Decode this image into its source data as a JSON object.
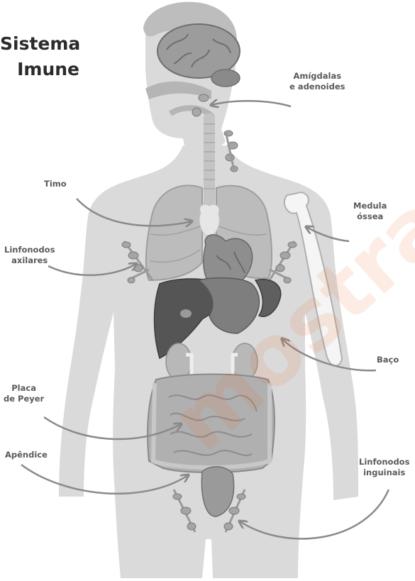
{
  "title": {
    "line1": "Sistema",
    "line2": "Imune"
  },
  "labels": {
    "amigdalas": {
      "line1": "Amígdalas",
      "line2": "e adenoides"
    },
    "timo": "Timo",
    "medula": {
      "line1": "Medula",
      "line2": "óssea"
    },
    "axilares": {
      "line1": "Linfonodos",
      "line2": "axilares"
    },
    "baco": "Baço",
    "placa": {
      "line1": "Placa",
      "line2": "de Peyer"
    },
    "apendice": "Apêndice",
    "inguinais": {
      "line1": "Linfonodos",
      "line2": "inguinais"
    }
  },
  "watermark": "mostra",
  "colors": {
    "body": "#d9d9d9",
    "organ_light": "#bdbdbd",
    "organ_mid": "#9a9a9a",
    "organ_dark": "#5a5a5a",
    "arrow": "#8a8a8a",
    "watermark": "#f06a2a"
  }
}
